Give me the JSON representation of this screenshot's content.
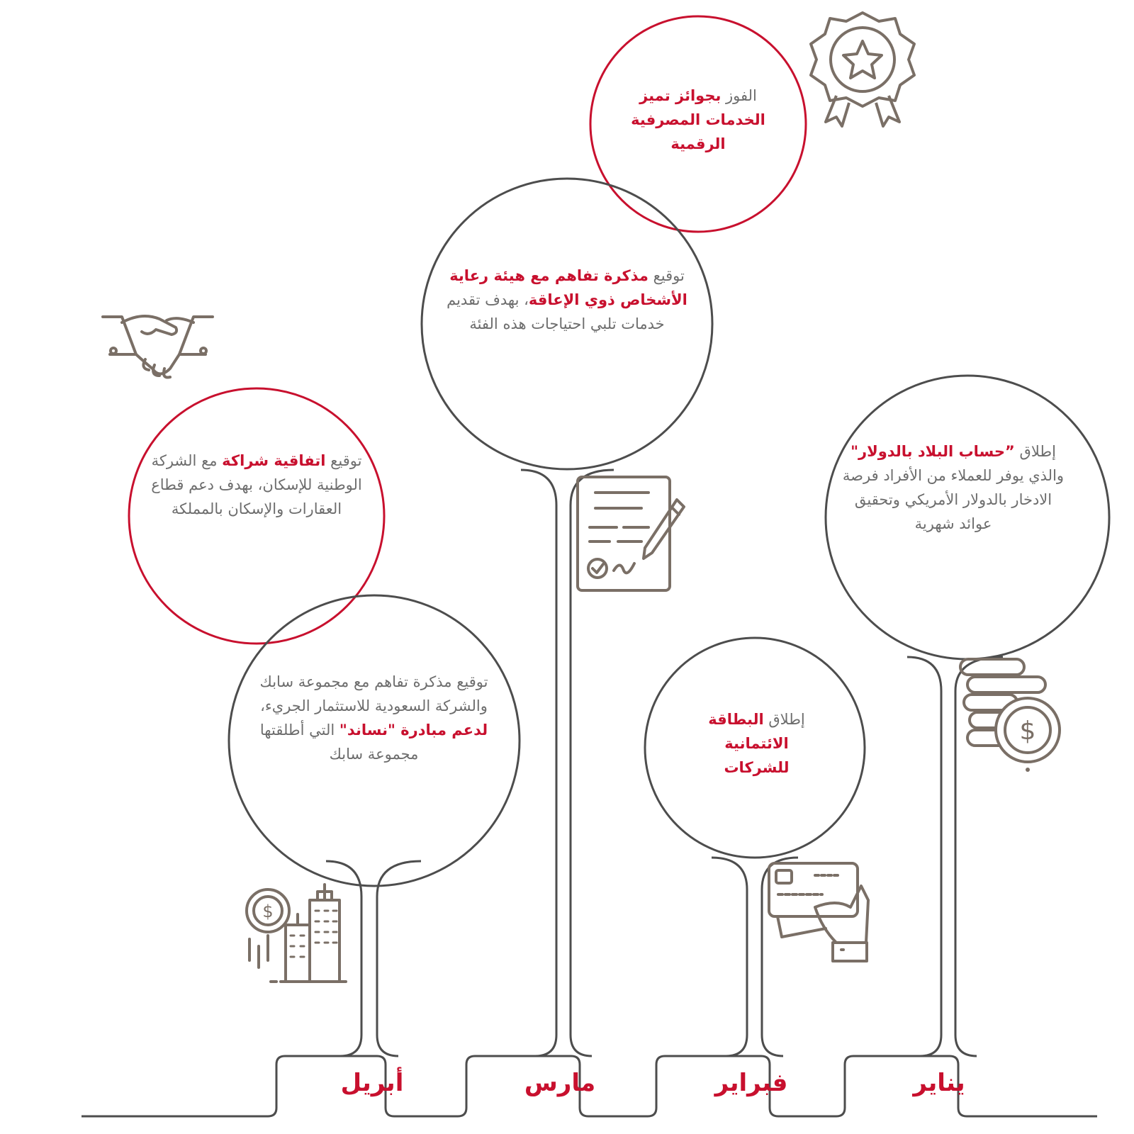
{
  "colors": {
    "accent": "#c8102e",
    "line": "#4d4d4d",
    "text": "#6d6d6d",
    "icon": "#7a6f66"
  },
  "months": {
    "april": "أبريل",
    "march": "مارس",
    "february": "فبراير",
    "january": "يناير"
  },
  "events": {
    "awards": {
      "pre": "الفوز ",
      "highlight": "بجوائز تميز الخدمات المصرفية الرقمية",
      "post": "",
      "icon": "award-medal-icon"
    },
    "disability_mou": {
      "pre": "توقيع ",
      "highlight": "مذكرة تفاهم مع هيئة رعاية الأشخاص ذوي الإعاقة",
      "post": "، بهدف تقديم خدمات تلبي احتياجات هذه الفئة",
      "icon": "contract-signing-icon"
    },
    "housing": {
      "pre": "توقيع ",
      "highlight": "اتفاقية شراكة",
      "post": " مع الشركة الوطنية للإسكان، بهدف دعم قطاع العقارات والإسكان بالمملكة",
      "icon": "handshake-icon"
    },
    "sabic_mou": {
      "pre": "توقيع مذكرة تفاهم مع مجموعة سابك والشركة السعودية للاستثمار الجريء، ",
      "highlight": "لدعم مبادرة \"نساند\"",
      "post": " التي أطلقتها مجموعة سابك",
      "icon": "city-investment-icon"
    },
    "credit_card": {
      "pre": "إطلاق ",
      "highlight": "البطاقة الائتمانية للشركات",
      "post": "",
      "icon": "credit-card-icon"
    },
    "dollar_account": {
      "pre": "إطلاق ",
      "highlight": "”حساب البلاد بالدولار\"",
      "post": " والذي يوفر للعملاء من الأفراد فرصة الادخار بالدولار الأمريكي وتحقيق عوائد شهرية",
      "icon": "coins-dollar-icon"
    }
  }
}
